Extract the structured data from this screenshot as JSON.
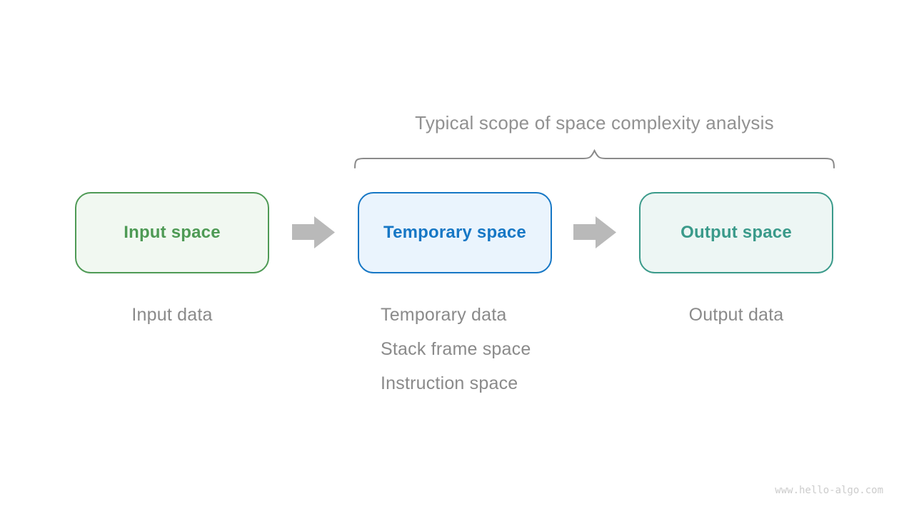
{
  "title": "Typical scope of space complexity analysis",
  "boxes": [
    {
      "label": "Input space",
      "text_color": "#4e9a55",
      "border_color": "#4e9a55",
      "bg_color": "#f1f8f1"
    },
    {
      "label": "Temporary space",
      "text_color": "#1677c5",
      "border_color": "#1677c5",
      "bg_color": "#eaf4fd"
    },
    {
      "label": "Output space",
      "text_color": "#3a9a8a",
      "border_color": "#3a9a8a",
      "bg_color": "#edf6f4"
    }
  ],
  "captions": {
    "input": "Input data",
    "temporary": [
      "Temporary data",
      "Stack frame space",
      "Instruction space"
    ],
    "output": "Output data"
  },
  "arrow_color": "#b9b9b9",
  "brace_color": "#8a8a8a",
  "watermark": "www.hello-algo.com"
}
